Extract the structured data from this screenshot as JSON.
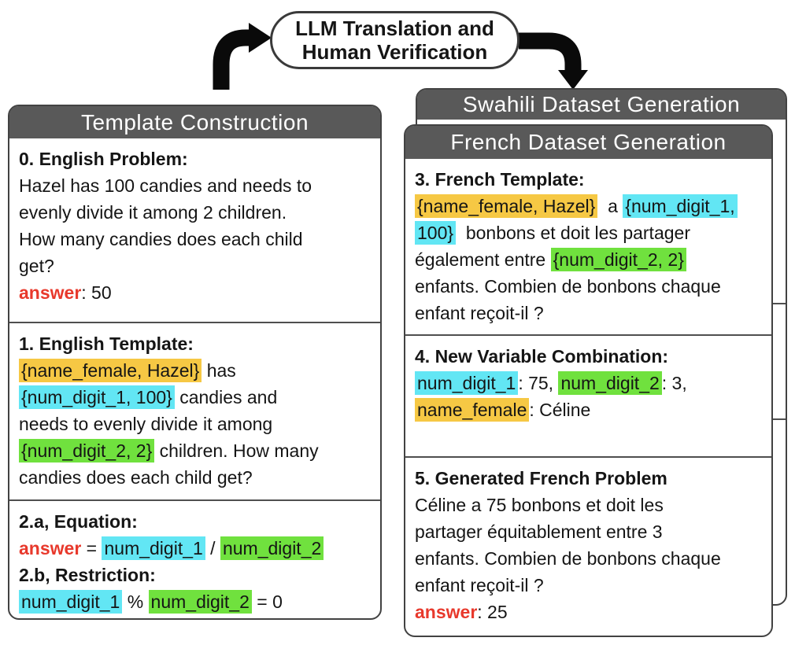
{
  "flow": {
    "node_line1": "LLM Translation and",
    "node_line2": "Human Verification"
  },
  "colors": {
    "header-bg": "#595959",
    "card-border": "#424242",
    "divider": "#4f4f4f",
    "oval-border": "#3a3a3a",
    "arrow": "#0a0a0a",
    "ink": "#151515",
    "hl-yellow": "#F6C844",
    "hl-cyan": "#62E6F4",
    "hl-green": "#70E13E",
    "answer-red": "#E8392C"
  },
  "left_panel": {
    "title": "Template Construction",
    "sections": [
      {
        "name": "english-problem",
        "lines": [
          [
            {
              "t": "0. English Problem:",
              "s": "b"
            }
          ],
          [
            {
              "t": "Hazel has 100 candies and needs to",
              "s": ""
            }
          ],
          [
            {
              "t": "evenly divide it among 2 children.",
              "s": ""
            }
          ],
          [
            {
              "t": "How many candies does each child",
              "s": ""
            }
          ],
          [
            {
              "t": "get?",
              "s": ""
            }
          ],
          [
            {
              "t": "answer",
              "s": "r"
            },
            {
              "t": ": 50",
              "s": ""
            }
          ]
        ]
      },
      {
        "name": "english-template",
        "lines": [
          [
            {
              "t": "1. English Template:",
              "s": "b"
            }
          ],
          [
            {
              "t": "{name_female, Hazel}",
              "s": "y"
            },
            {
              "t": " has",
              "s": ""
            }
          ],
          [
            {
              "t": "{num_digit_1, 100}",
              "s": "c"
            },
            {
              "t": " candies and",
              "s": ""
            }
          ],
          [
            {
              "t": "needs to evenly divide it among",
              "s": ""
            }
          ],
          [
            {
              "t": "{num_digit_2, 2}",
              "s": "g"
            },
            {
              "t": " children. How many",
              "s": ""
            }
          ],
          [
            {
              "t": "candies does each child get?",
              "s": ""
            }
          ]
        ]
      },
      {
        "name": "equation-restriction",
        "lines": [
          [
            {
              "t": "2.a, Equation:",
              "s": "b"
            }
          ],
          [
            {
              "t": "answer",
              "s": "r"
            },
            {
              "t": " = ",
              "s": ""
            },
            {
              "t": "num_digit_1",
              "s": "c"
            },
            {
              "t": " / ",
              "s": ""
            },
            {
              "t": "num_digit_2",
              "s": "g"
            }
          ],
          [
            {
              "t": "2.b, Restriction:",
              "s": "b"
            }
          ],
          [
            {
              "t": "num_digit_1",
              "s": "c"
            },
            {
              "t": " % ",
              "s": ""
            },
            {
              "t": "num_digit_2",
              "s": "g"
            },
            {
              "t": " = 0",
              "s": ""
            }
          ]
        ]
      }
    ]
  },
  "swahili_panel": {
    "title": "Swahili Dataset Generation"
  },
  "french_panel": {
    "title": "French Dataset Generation",
    "sections": [
      {
        "name": "french-template",
        "lines": [
          [
            {
              "t": "3. French Template:",
              "s": "b"
            }
          ],
          [
            {
              "t": "{name_female, Hazel}",
              "s": "y"
            },
            {
              "t": "  a ",
              "s": ""
            },
            {
              "t": "{num_digit_1,",
              "s": "c"
            }
          ],
          [
            {
              "t": "100}",
              "s": "c"
            },
            {
              "t": "  bonbons et doit les partager",
              "s": ""
            }
          ],
          [
            {
              "t": "également entre ",
              "s": ""
            },
            {
              "t": "{num_digit_2, 2}",
              "s": "g"
            }
          ],
          [
            {
              "t": "enfants. Combien de bonbons chaque",
              "s": ""
            }
          ],
          [
            {
              "t": "enfant reçoit-il ?",
              "s": ""
            }
          ]
        ]
      },
      {
        "name": "new-variable-combination",
        "lines": [
          [
            {
              "t": "4. New Variable Combination:",
              "s": "b"
            }
          ],
          [
            {
              "t": "num_digit_1",
              "s": "c"
            },
            {
              "t": ": 75, ",
              "s": ""
            },
            {
              "t": "num_digit_2",
              "s": "g"
            },
            {
              "t": ": 3,",
              "s": ""
            }
          ],
          [
            {
              "t": "name_female",
              "s": "y"
            },
            {
              "t": ": Céline",
              "s": ""
            }
          ]
        ]
      },
      {
        "name": "generated-french-problem",
        "lines": [
          [
            {
              "t": "5. Generated French Problem",
              "s": "b"
            }
          ],
          [
            {
              "t": "Céline a 75 bonbons et doit les",
              "s": ""
            }
          ],
          [
            {
              "t": "partager équitablement entre 3",
              "s": ""
            }
          ],
          [
            {
              "t": "enfants. Combien de bonbons chaque",
              "s": ""
            }
          ],
          [
            {
              "t": "enfant reçoit-il ?",
              "s": ""
            }
          ],
          [
            {
              "t": "answer",
              "s": "r"
            },
            {
              "t": ": 25",
              "s": ""
            }
          ]
        ]
      }
    ]
  }
}
